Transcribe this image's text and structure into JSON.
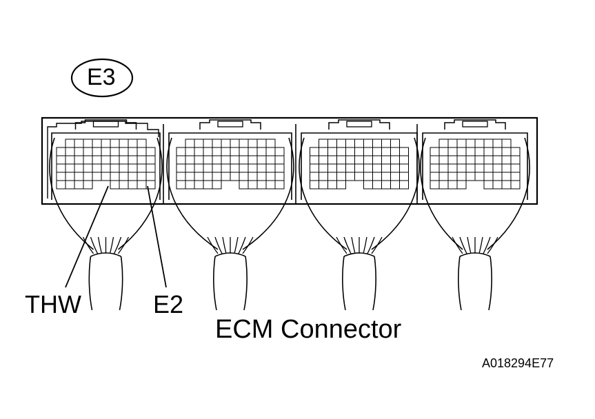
{
  "connector_id": "E3",
  "terminals": {
    "thw": "THW",
    "e2": "E2"
  },
  "caption": "ECM Connector",
  "reference_code": "A018294E77",
  "colors": {
    "line": "#000000",
    "background": "#ffffff"
  }
}
